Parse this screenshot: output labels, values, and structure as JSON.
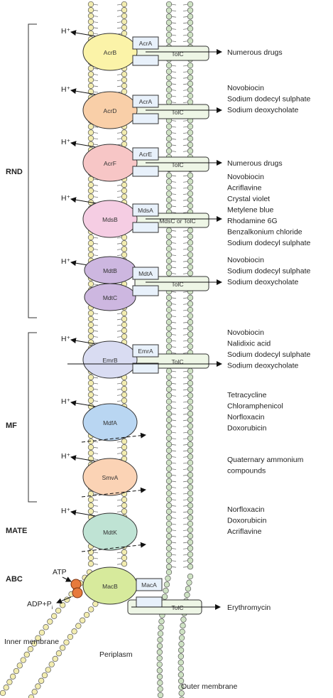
{
  "families": [
    {
      "name": "RND"
    },
    {
      "name": "MF"
    },
    {
      "name": "MATE"
    },
    {
      "name": "ABC"
    }
  ],
  "transporters": [
    {
      "id": "acrb",
      "family": "RND",
      "proton": "H⁺",
      "main": "AcrB",
      "mfp": "AcrA",
      "omf": "TolC",
      "fill": "#fbf3a8",
      "substrates": [
        "Numerous drugs"
      ]
    },
    {
      "id": "acrd",
      "family": "RND",
      "proton": "H⁺",
      "main": "AcrD",
      "mfp": "AcrA",
      "omf": "TolC",
      "fill": "#f9cfa8",
      "substrates": [
        "Novobiocin",
        "Sodium dodecyl sulphate",
        "Sodium deoxycholate"
      ]
    },
    {
      "id": "acrf",
      "family": "RND",
      "proton": "H⁺",
      "main": "AcrF",
      "mfp": "AcrE",
      "omf": "TolC",
      "fill": "#f7c6c6",
      "substrates": [
        "Numerous drugs"
      ]
    },
    {
      "id": "mdsb",
      "family": "RND",
      "proton": "H⁺",
      "main": "MdsB",
      "mfp": "MdsA",
      "omf": "MdsC or TolC",
      "fill": "#f5cde3",
      "substrates": [
        "Novobiocin",
        "Acriflavine",
        "Crystal violet",
        "Metylene blue",
        "Rhodamine 6G",
        "Benzalkonium chloride",
        "Sodium dodecyl sulphate"
      ]
    },
    {
      "id": "mdtbc",
      "family": "RND",
      "proton": "H⁺",
      "main": "MdtB",
      "main2": "MdtC",
      "mfp": "MdtA",
      "omf": "TolC",
      "fill": "#cdb7e0",
      "substrates": [
        "Novobiocin",
        "Sodium dodecyl sulphate",
        "Sodium deoxycholate"
      ]
    },
    {
      "id": "emrb",
      "family": "MF",
      "proton": "H⁺",
      "main": "EmrB",
      "mfp": "EmrA",
      "omf": "TolC",
      "fill": "#d9dcf2",
      "substrates": [
        "Novobiocin",
        "Nalidixic acid",
        "Sodium dodecyl sulphate",
        "Sodium deoxycholate"
      ]
    },
    {
      "id": "mdfa",
      "family": "MF",
      "proton": "H⁺",
      "main": "MdfA",
      "fill": "#b9d6f2",
      "substrates": [
        "Tetracycline",
        "Chloramphenicol",
        "Norfloxacin",
        "Doxorubicin"
      ]
    },
    {
      "id": "smva",
      "family": "MF",
      "proton": "H⁺",
      "main": "SmvA",
      "fill": "#fbd3b5",
      "substrates": [
        "Quaternary ammonium",
        "compounds"
      ]
    },
    {
      "id": "mdtk",
      "family": "MATE",
      "proton": "H⁺",
      "main": "MdtK",
      "fill": "#bfe3d4",
      "substrates": [
        "Norfloxacin",
        "Doxorubicin",
        "Acriflavine"
      ]
    },
    {
      "id": "macb",
      "family": "ABC",
      "main": "MacB",
      "mfp": "MacA",
      "omf": "TolC",
      "fill": "#d7ea9c",
      "atp": "ATP",
      "adp": "ADP+P",
      "adp_sub": "i",
      "substrates": [
        "Erythromycin"
      ]
    }
  ],
  "labels": {
    "inner_membrane": "Inner membrane",
    "periplasm": "Periplasm",
    "outer_membrane": "Outer membrane"
  },
  "colors": {
    "inner_head": "#f3edb0",
    "outer_head": "#cfe3c4",
    "outline": "#333333",
    "mfp_fill": "#e8f1fb",
    "tolc_fill": "#eef6e6",
    "atp_fill": "#e77a3c"
  }
}
